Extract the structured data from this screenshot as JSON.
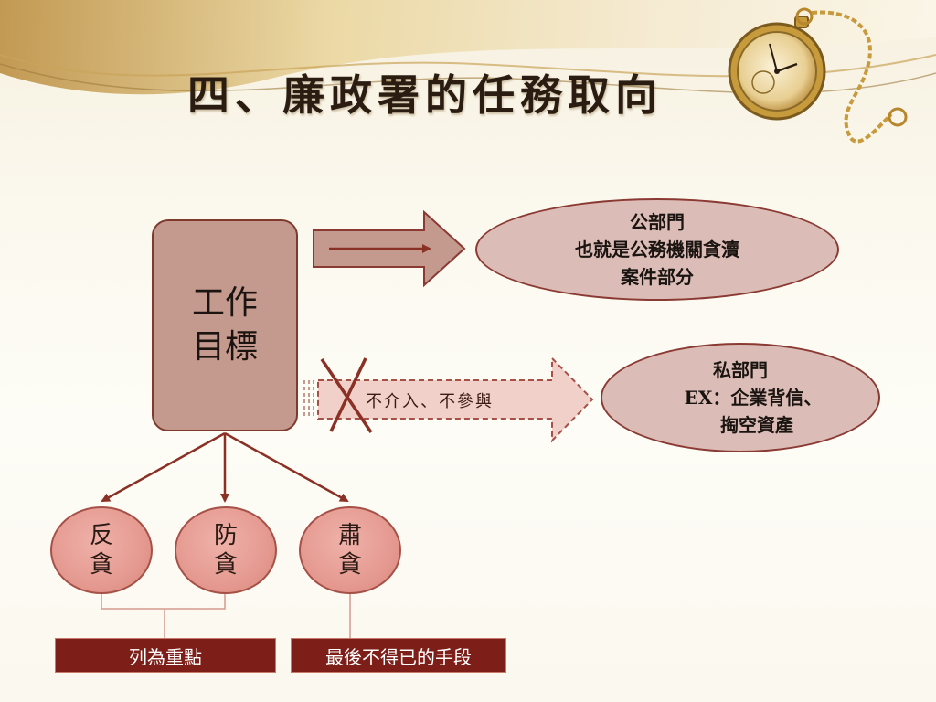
{
  "title": "四、廉政署的任務取向",
  "work_goal": {
    "line1": "工作",
    "line2": "目標"
  },
  "public_sector": {
    "line1": "公部門",
    "line2": "也就是公務機關貪瀆",
    "line3": "案件部分"
  },
  "private_sector": {
    "line1": "私部門",
    "line2": "EX：企業背信、",
    "line3": "掏空資產"
  },
  "no_involve_text": "不介入、不參與",
  "circles": [
    {
      "line1": "反",
      "line2": "貪"
    },
    {
      "line1": "防",
      "line2": "貪"
    },
    {
      "line1": "肅",
      "line2": "貪"
    }
  ],
  "labels": {
    "priority": "列為重點",
    "last_resort": "最後不得已的手段"
  },
  "colors": {
    "work_box": "#c49a8e",
    "ellipse": "#dcbcb7",
    "circle": "#e59a91",
    "label_box": "#7d1e18",
    "arrow_line": "#8a3024"
  },
  "icons": [
    "pocket-watch-icon",
    "x-cross-icon"
  ]
}
